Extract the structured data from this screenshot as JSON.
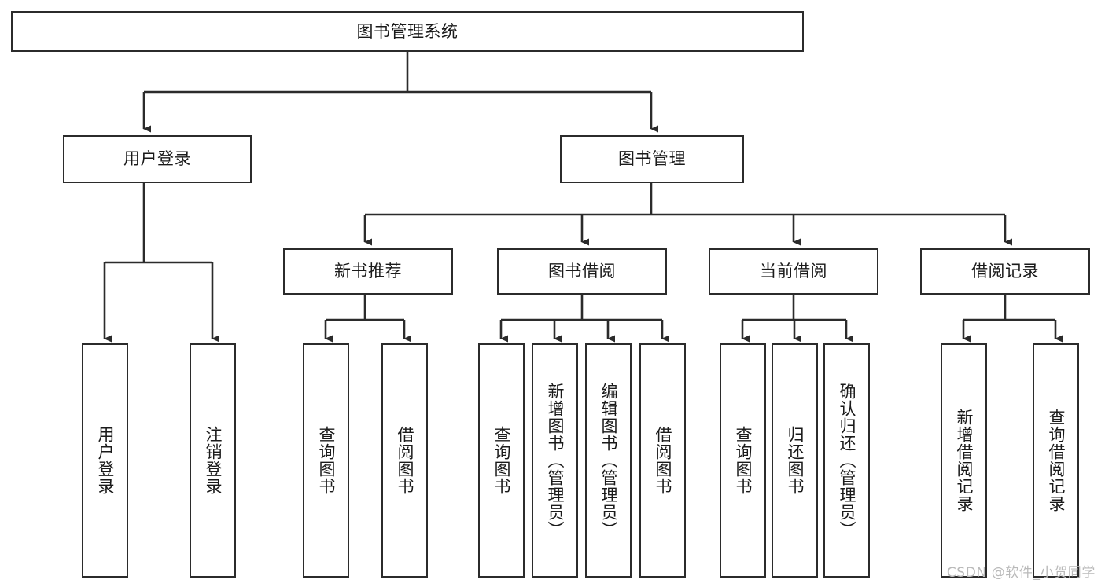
{
  "diagram": {
    "title": "图书管理系统",
    "type": "tree-hierarchy-chart",
    "root": {
      "id": "root",
      "label": "图书管理系统"
    },
    "level2": [
      {
        "id": "user-login",
        "label": "用户登录"
      },
      {
        "id": "book-manage",
        "label": "图书管理"
      }
    ],
    "level3": [
      {
        "id": "new-book-recommend",
        "label": "新书推荐"
      },
      {
        "id": "book-borrow",
        "label": "图书借阅"
      },
      {
        "id": "current-borrow",
        "label": "当前借阅"
      },
      {
        "id": "borrow-record",
        "label": "借阅记录"
      }
    ],
    "leaves": {
      "user_login": [
        {
          "id": "leaf-user-login",
          "label": "用户登录"
        },
        {
          "id": "leaf-logout-login",
          "label": "注销登录"
        }
      ],
      "new_book_recommend": [
        {
          "id": "leaf-query-book-1",
          "label": "查询图书"
        },
        {
          "id": "leaf-borrow-book-1",
          "label": "借阅图书"
        }
      ],
      "book_borrow": [
        {
          "id": "leaf-query-book-2",
          "label": "查询图书"
        },
        {
          "id": "leaf-add-book-admin",
          "label": "新增图书（管理员）"
        },
        {
          "id": "leaf-edit-book-admin",
          "label": "编辑图书（管理员）"
        },
        {
          "id": "leaf-borrow-book-2",
          "label": "借阅图书"
        }
      ],
      "current_borrow": [
        {
          "id": "leaf-query-book-3",
          "label": "查询图书"
        },
        {
          "id": "leaf-return-book",
          "label": "归还图书"
        },
        {
          "id": "leaf-confirm-return-admin",
          "label": "确认归还（管理员）"
        }
      ],
      "borrow_record": [
        {
          "id": "leaf-add-borrow-record",
          "label": "新增借阅记录"
        },
        {
          "id": "leaf-query-borrow-record",
          "label": "查询借阅记录"
        }
      ]
    },
    "colors": {
      "stroke": "#2b2b2b",
      "fill": "#ffffff",
      "text": "#1a1a1a",
      "watermark": "#b9b9b9"
    }
  },
  "watermark": {
    "text": "CSDN @软件_小贺同学"
  }
}
